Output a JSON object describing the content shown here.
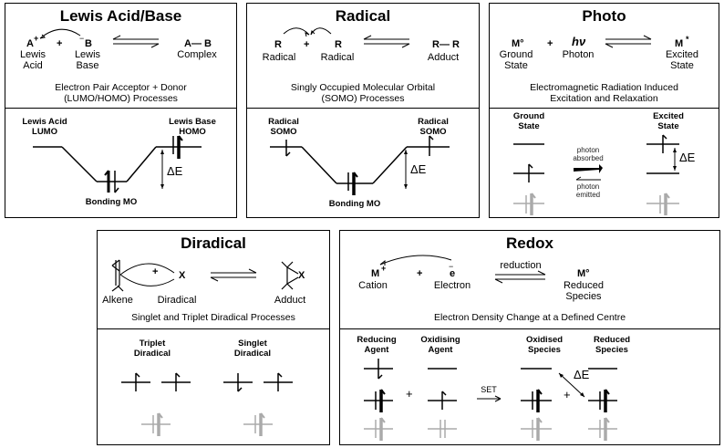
{
  "lewis": {
    "title": "Lewis Acid/Base",
    "eq_A": "A",
    "eq_A_charge": "+",
    "eq_plus": "+",
    "eq_B": "B",
    "eq_B_charge": "−",
    "eq_AB": "A— B",
    "acid_label": "Lewis\nAcid",
    "base_label": "Lewis\nBase",
    "complex_label": "Complex",
    "desc": "Electron Pair Acceptor + Donor\n(LUMO/HOMO) Processes",
    "acid_mo": "Lewis Acid\nLUMO",
    "base_mo": "Lewis Base\nHOMO",
    "delta_e": "ΔE",
    "bonding": "Bonding MO"
  },
  "radical": {
    "title": "Radical",
    "eq_R1": "R",
    "eq_plus": "+",
    "eq_R2": "R",
    "eq_RR": "R— R",
    "radical1": "Radical",
    "radical2": "Radical",
    "adduct": "Adduct",
    "desc": "Singly Occupied Molecular Orbital\n(SOMO) Processes",
    "somo1": "Radical\nSOMO",
    "somo2": "Radical\nSOMO",
    "delta_e": "ΔE",
    "bonding": "Bonding MO"
  },
  "photo": {
    "title": "Photo",
    "eq_M": "M°",
    "eq_plus": "+",
    "eq_hv": "hν",
    "eq_Mstar": "M",
    "eq_star": "*",
    "ground_label": "Ground\nState",
    "photon_label": "Photon",
    "excited_label": "Excited\nState",
    "desc": "Electromagnetic Radiation Induced\nExcitation and Relaxation",
    "ground_mo": "Ground\nState",
    "excited_mo": "Excited\nState",
    "absorbed": "photon\nabsorbed",
    "emitted": "photon\nemitted",
    "delta_e": "ΔE"
  },
  "diradical": {
    "title": "Diradical",
    "eq_plus": "+",
    "eq_X": "X",
    "alkene": "Alkene",
    "diradical": "Diradical",
    "adduct": "Adduct",
    "desc": "Singlet and Triplet Diradical Processes",
    "triplet": "Triplet\nDiradical",
    "singlet": "Singlet\nDiradical"
  },
  "redox": {
    "title": "Redox",
    "eq_M": "M",
    "eq_M_charge": "+",
    "eq_plus": "+",
    "eq_e": "e",
    "eq_e_charge": "−",
    "reduction": "reduction",
    "eq_M0": "M°",
    "cation": "Cation",
    "electron": "Electron",
    "reduced": "Reduced\nSpecies",
    "desc": "Electron Density Change at a Defined Centre",
    "reducing": "Reducing\nAgent",
    "oxidising": "Oxidising\nAgent",
    "oxidised": "Oxidised\nSpecies",
    "reduced_sp": "Reduced\nSpecies",
    "set": "SET",
    "plus1": "+",
    "plus2": "+",
    "delta_e": "ΔE"
  }
}
